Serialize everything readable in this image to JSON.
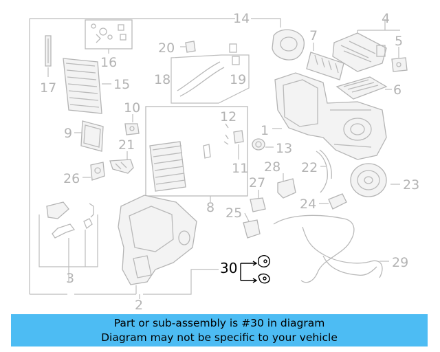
{
  "callouts": {
    "c1": "1",
    "c2": "2",
    "c3": "3",
    "c4": "4",
    "c5": "5",
    "c6": "6",
    "c7": "7",
    "c8": "8",
    "c9": "9",
    "c10": "10",
    "c11": "11",
    "c12": "12",
    "c13": "13",
    "c14": "14",
    "c15": "15",
    "c16": "16",
    "c17": "17",
    "c18": "18",
    "c19": "19",
    "c20": "20",
    "c21": "21",
    "c22": "22",
    "c23": "23",
    "c24": "24",
    "c25": "25",
    "c26": "26",
    "c27": "27",
    "c28": "28",
    "c29": "29",
    "c30": "30"
  },
  "highlighted_part": "30",
  "banner": {
    "line1": "Part or sub-assembly is #30 in diagram",
    "line2": "Diagram may not be specific to your vehicle",
    "color": "#4dbcf3"
  }
}
